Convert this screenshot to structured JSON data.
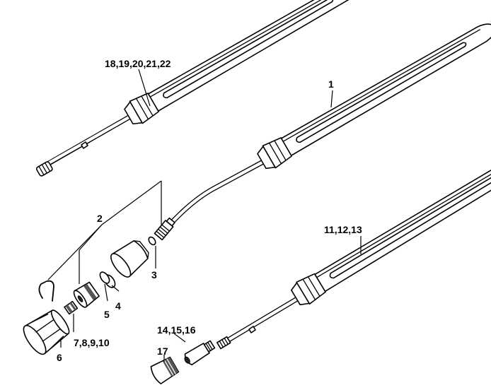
{
  "callouts": {
    "lance_18_22": "18,19,20,21,22",
    "lance_1": "1",
    "lance_11_13": "11,12,13",
    "part_2": "2",
    "part_3": "3",
    "part_4": "4",
    "part_5": "5",
    "part_6": "6",
    "part_7_10": "7,8,9,10",
    "part_14_16": "14,15,16",
    "part_17": "17"
  }
}
